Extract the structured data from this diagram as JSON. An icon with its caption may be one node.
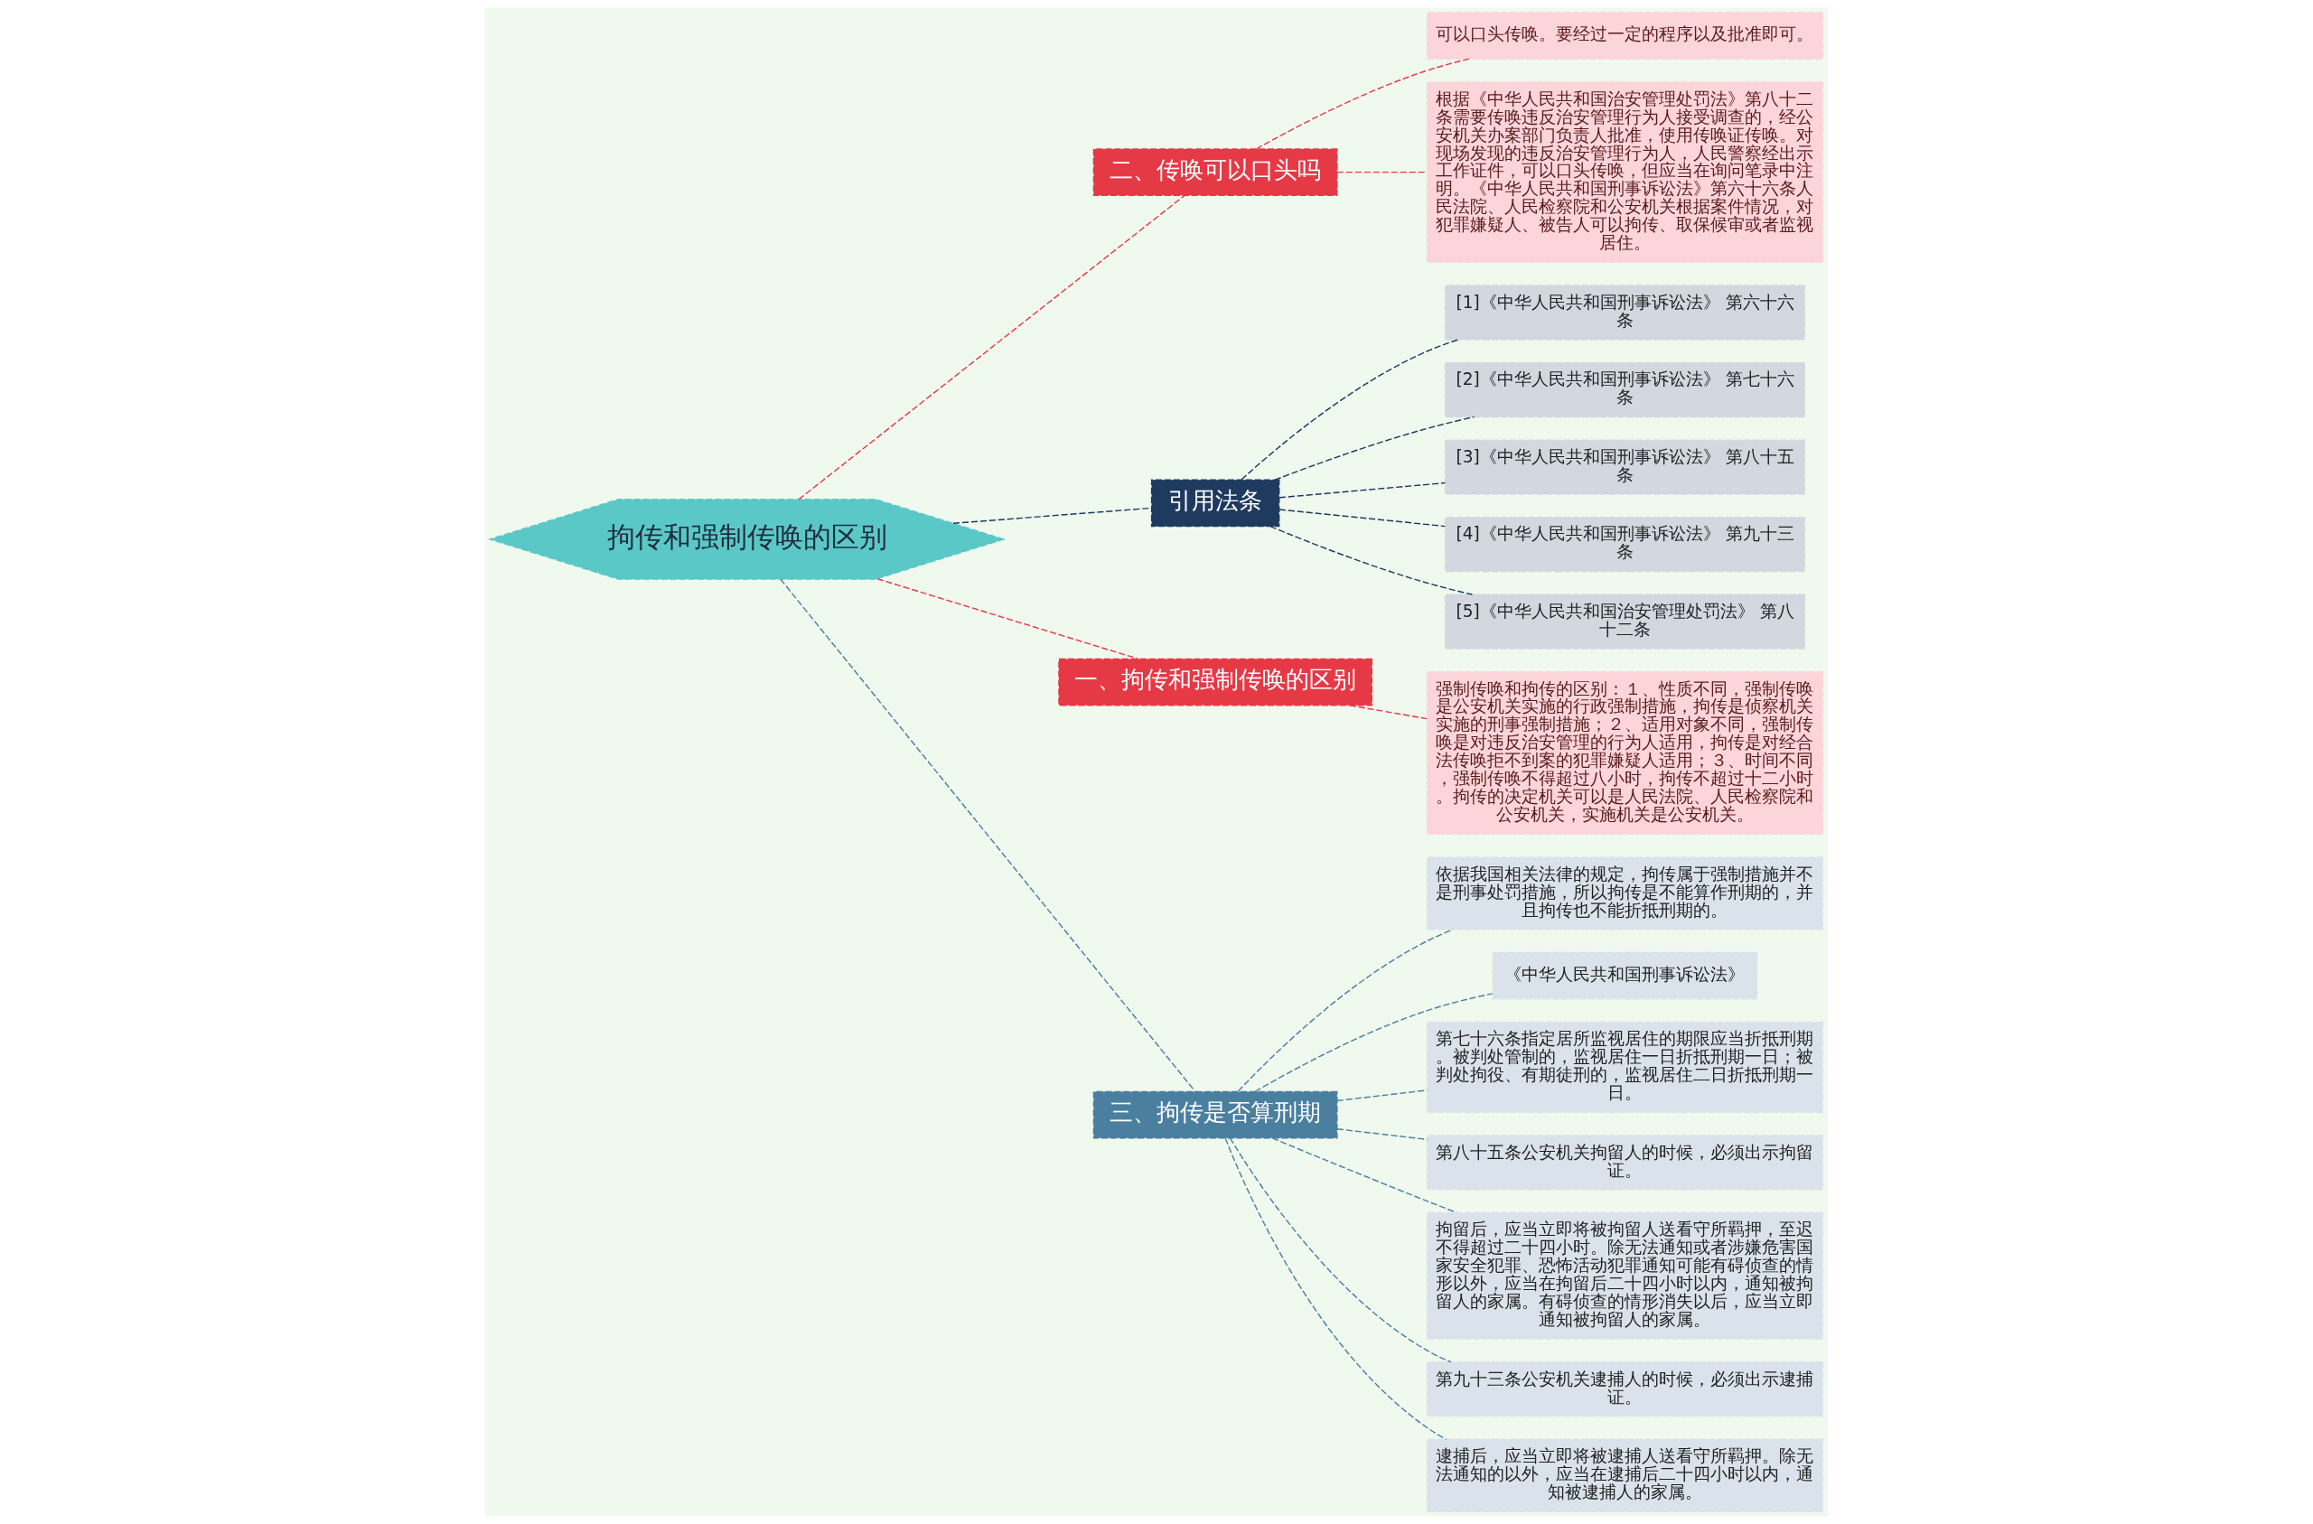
{
  "diagram": {
    "nodes": [
      {
        "text": [
          "拘传和强制传唤的区别"
        ]
      },
      {
        "text": [
          "二、传唤可以口头吗"
        ]
      },
      {
        "text": [
          "可以口头传唤。要经过一定的程序以及批准即可。"
        ]
      },
      {
        "text": [
          "根据《中华人民共和国治安管理处罚法》第八十二条需要传唤违反治安管理行为人接受调查的，经公安机关办案部门负责人批准，使用传唤证传唤。对现场发现的违反治安管理行为人，人民警察经出示工作证件，可以口头传唤，但应当在询问笔录中注明。《中华人民共和国刑事诉讼法》第六十六条人民法院、人民检察院和公安机关根据案件情况，对犯罪嫌疑人、被告人可以拘传、取保候审或者监视居住。"
        ]
      },
      {
        "text": [
          "引用法条"
        ]
      },
      {
        "text": [
          "[1]《中华人民共和国刑事诉讼法》 第六十六条"
        ]
      },
      {
        "text": [
          "[2]《中华人民共和国刑事诉讼法》 第七十六条"
        ]
      },
      {
        "text": [
          "[3]《中华人民共和国刑事诉讼法》 第八十五条"
        ]
      },
      {
        "text": [
          "[4]《中华人民共和国刑事诉讼法》 第九十三条"
        ]
      },
      {
        "text": [
          "[5]《中华人民共和国治安管理处罚法》 第八十二条"
        ]
      },
      {
        "text": [
          "一、拘传和强制传唤的区别"
        ]
      },
      {
        "text": [
          "强制传唤和拘传的区别：１、性质不同，强制传唤是公安机关实施的行政强制措施，拘传是侦察机关实施的刑事强制措施；２、适用对象不同，强制传唤是对违反治安管理的行为人适用，拘传是对经合法传唤拒不到案的犯罪嫌疑人适用；３、时间不同，强制传唤不得超过八小时，拘传不超过十二小时。拘传的决定机关可以是人民法院、人民检察院和公安机关，实施机关是公安机关。"
        ]
      },
      {
        "text": [
          "三、拘传是否算刑期"
        ]
      },
      {
        "text": [
          "依据我国相关法律的规定，拘传属于强制措施并不是刑事处罚措施，所以拘传是不能算作刑期的，并且拘传也不能折抵刑期的。"
        ]
      },
      {
        "text": [
          "《中华人民共和国刑事诉讼法》"
        ]
      },
      {
        "text": [
          "第七十六条指定居所监视居住的期限应当折抵刑期。被判处管制的，监视居住一日折抵刑期一日；被判处拘役、有期徒刑的，监视居住二日折抵刑期一日。"
        ]
      },
      {
        "text": [
          "第八十五条公安机关拘留人的时候，必须出示拘留证。"
        ]
      },
      {
        "text": [
          "拘留后，应当立即将被拘留人送看守所羁押，至迟不得超过二十四小时。除无法通知或者涉嫌危害国家安全犯罪、恐怖活动犯罪通知可能有碍侦查的情形以外，应当在拘留后二十四小时以内，通知被拘留人的家属。有碍侦查的情形消失以后，应当立即通知被拘留人的家属。"
        ]
      },
      {
        "text": [
          "第九十三条公安机关逮捕人的时候，必须出示逮捕证。"
        ]
      },
      {
        "text": [
          "逮捕后，应当立即将被逮捕人送看守所羁押。除无法通知的以外，应当在逮捕后二十四小时以内，通知被逮捕人的家属。"
        ]
      }
    ],
    "edges": [
      {
        "from": 0,
        "to": 1,
        "arrow": "none",
        "style": "dashed",
        "color": "#e63946"
      },
      {
        "from": 1,
        "to": 2,
        "arrow": "none",
        "style": "dashed",
        "color": "#e63946"
      },
      {
        "from": 1,
        "to": 3,
        "arrow": "none",
        "style": "dashed",
        "color": "#e63946"
      },
      {
        "from": 0,
        "to": 4,
        "arrow": "none",
        "style": "dashed",
        "color": "#1e3a5f"
      },
      {
        "from": 4,
        "to": 5,
        "arrow": "none",
        "style": "dashed",
        "color": "#1e3a5f"
      },
      {
        "from": 4,
        "to": 6,
        "arrow": "none",
        "style": "dashed",
        "color": "#1e3a5f"
      },
      {
        "from": 4,
        "to": 7,
        "arrow": "none",
        "style": "dashed",
        "color": "#1e3a5f"
      },
      {
        "from": 4,
        "to": 8,
        "arrow": "none",
        "style": "dashed",
        "color": "#1e3a5f"
      },
      {
        "from": 4,
        "to": 9,
        "arrow": "none",
        "style": "dashed",
        "color": "#1e3a5f"
      },
      {
        "from": 0,
        "to": 10,
        "arrow": "none",
        "style": "dashed",
        "color": "#e63946"
      },
      {
        "from": 10,
        "to": 11,
        "arrow": "none",
        "style": "dashed",
        "color": "#e63946"
      },
      {
        "from": 0,
        "to": 12,
        "arrow": "none",
        "style": "dashed"
      },
      {
        "from": 12,
        "to": 13,
        "arrow": "none",
        "style": "dashed"
      },
      {
        "from": 12,
        "to": 14,
        "arrow": "none",
        "style": "dashed"
      },
      {
        "from": 12,
        "to": 15,
        "arrow": "none",
        "style": "dashed"
      },
      {
        "from": 12,
        "to": 16,
        "arrow": "none",
        "style": "dashed"
      },
      {
        "from": 12,
        "to": 17,
        "arrow": "none",
        "style": "dashed"
      },
      {
        "from": 12,
        "to": 18,
        "arrow": "none",
        "style": "dashed"
      },
      {
        "from": 12,
        "to": 19,
        "arrow": "none",
        "style": "dashed"
      }
    ]
  }
}
